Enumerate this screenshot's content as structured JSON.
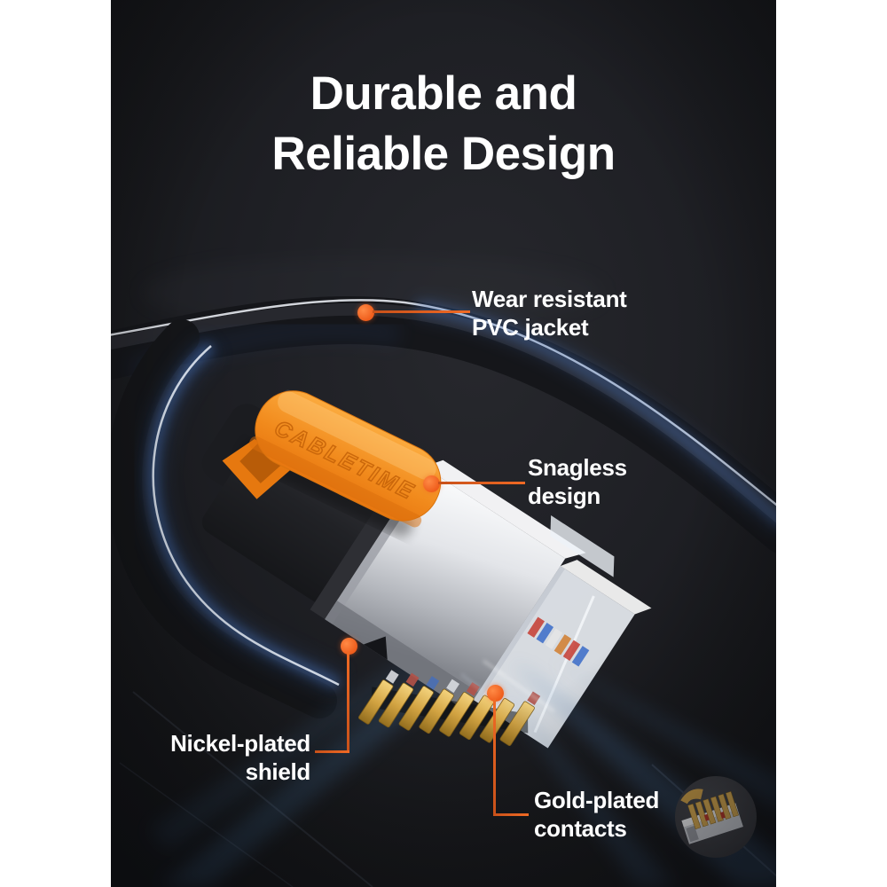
{
  "title": {
    "line1": "Durable and",
    "line2": "Reliable Design"
  },
  "brand": {
    "embossed_text": "CABLETIME"
  },
  "callouts": {
    "wear_resistant": {
      "line1": "Wear resistant",
      "line2": "PVC jacket"
    },
    "snagless": {
      "line1": "Snagless",
      "line2": "design"
    },
    "nickel_shield": {
      "line1": "Nickel-plated",
      "line2": "shield"
    },
    "gold_contacts": {
      "line1": "Gold-plated",
      "line2": "contacts"
    }
  },
  "colors": {
    "canvas_background": "#FFFFFF",
    "scene_background": "#1B1C20",
    "accent_orange": "#ED6727",
    "boot_orange": "#F5921F",
    "title_text": "#FFFFFF",
    "gold_contacts": "#D2A74E",
    "cable_glow_blue": "#4C79C4"
  }
}
